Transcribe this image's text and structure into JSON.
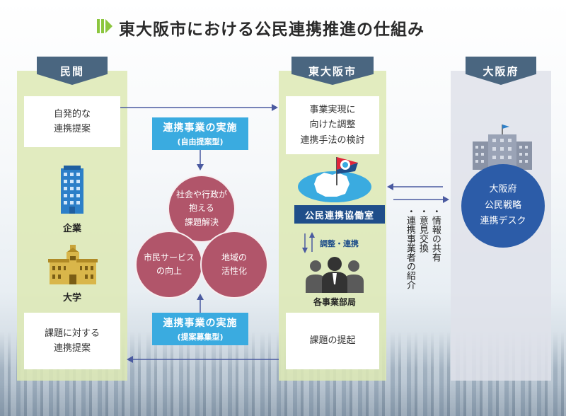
{
  "title": "東大阪市における公民連携推進の仕組み",
  "columns": {
    "private": "民間",
    "city": "東大阪市",
    "prefecture": "大阪府"
  },
  "private": {
    "proposal_top": [
      "自発的な",
      "連携提案"
    ],
    "company": "企業",
    "university": "大学",
    "proposal_bottom": [
      "課題に対する",
      "連携提案"
    ]
  },
  "middle": {
    "top_label": {
      "main": "連携事業の実施",
      "sub": "(自由提案型)"
    },
    "bottom_label": {
      "main": "連携事業の実施",
      "sub": "(提案募集型)"
    },
    "circles": {
      "top": [
        "社会や行政が",
        "抱える",
        "課題解決"
      ],
      "left": [
        "市民サービス",
        "の向上"
      ],
      "right": [
        "地域の",
        "活性化"
      ]
    }
  },
  "city": {
    "review": [
      "事業実現に",
      "向けた調整",
      "連携手法の検討"
    ],
    "office": "公民連携協働室",
    "coordination": "調整・連携",
    "departments": "各事業部局",
    "issue": "課題の提起"
  },
  "exchange": {
    "items": [
      "・情報の共有",
      "・意見交換",
      "・連携事業者の紹介"
    ]
  },
  "prefecture": {
    "desk": [
      "大阪府",
      "公民戦略",
      "連携デスク"
    ]
  },
  "colors": {
    "column_green": "#dde9b4",
    "column_gray": "#dfe2ea",
    "tab": "#4a6680",
    "blue_label": "#3aabe0",
    "circle": "#b1556a",
    "navy": "#1f4e8a",
    "arrow": "#4a5aa0"
  }
}
